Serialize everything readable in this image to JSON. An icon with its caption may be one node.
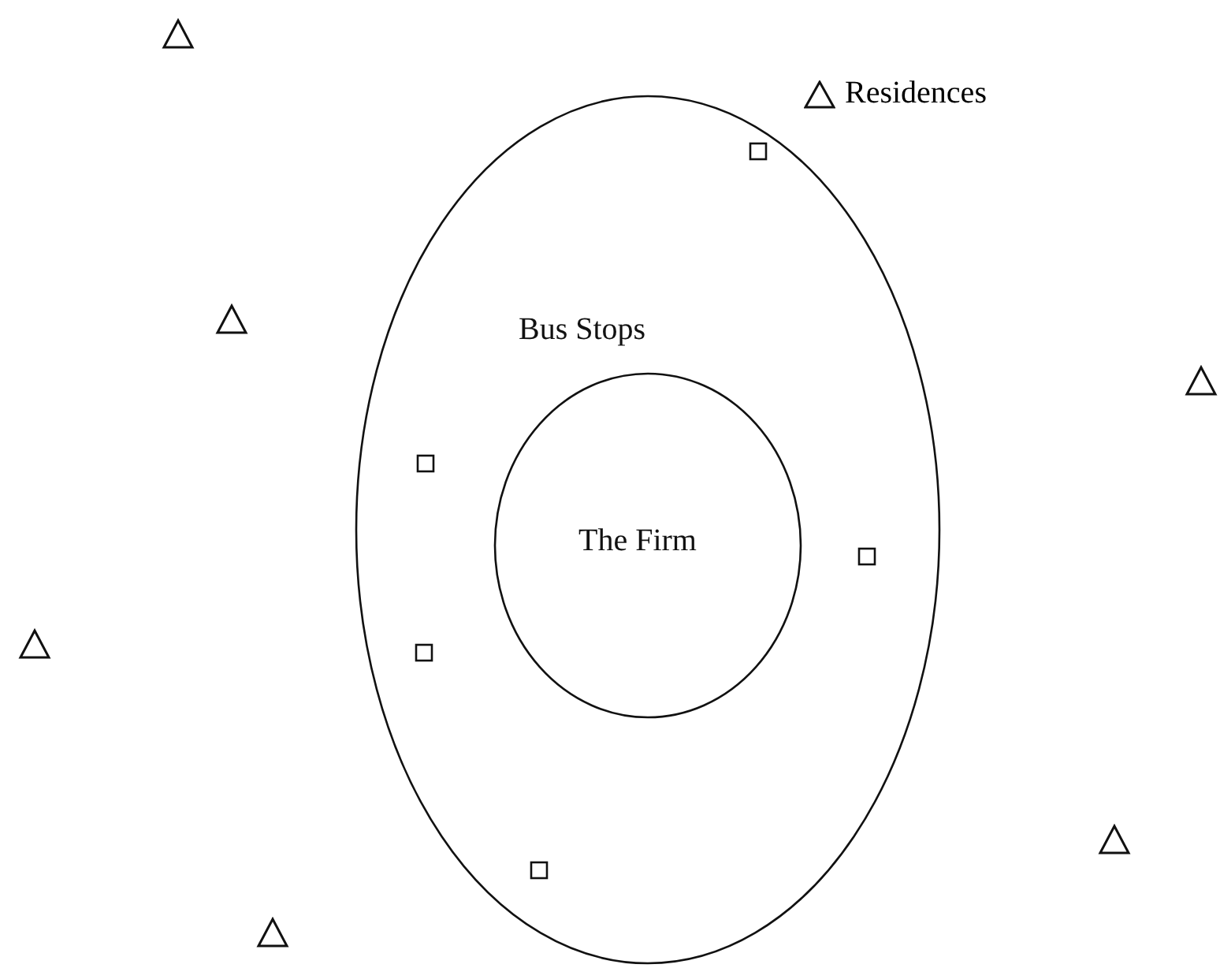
{
  "diagram": {
    "nodes": [
      {
        "text": [
          "Bus Stops"
        ]
      },
      {
        "text": [
          "The Firm"
        ],
        "in": 0
      }
    ],
    "legend": [
      {
        "text": "Residences"
      }
    ]
  }
}
